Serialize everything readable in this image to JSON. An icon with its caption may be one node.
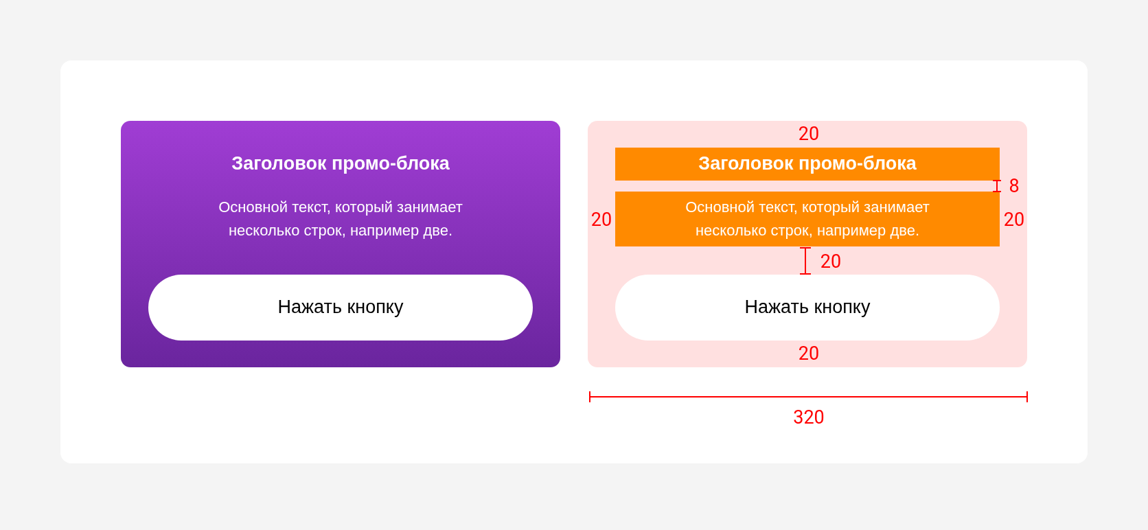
{
  "diagram": {
    "nodes": [
      {
        "text": [],
        "shape": "box"
      },
      {
        "text": [
          "Заголовок промо-блока"
        ],
        "in": 0
      },
      {
        "text": [
          "Основной текст, который занимает несколько строк, например две."
        ],
        "in": 0
      },
      {
        "text": [
          "Нажать кнопку"
        ],
        "in": 0
      },
      {
        "text": [],
        "shape": "box"
      },
      {
        "text": [
          "Заголовок промо-блока"
        ],
        "in": 4
      },
      {
        "text": [
          "Основной текст, который занимает несколько строк, например две."
        ],
        "in": 4
      },
      {
        "text": [
          "Нажать кнопку"
        ],
        "in": 4
      }
    ],
    "labels": [
      "20",
      "8",
      "20",
      "20",
      "20",
      "20",
      "320"
    ]
  }
}
